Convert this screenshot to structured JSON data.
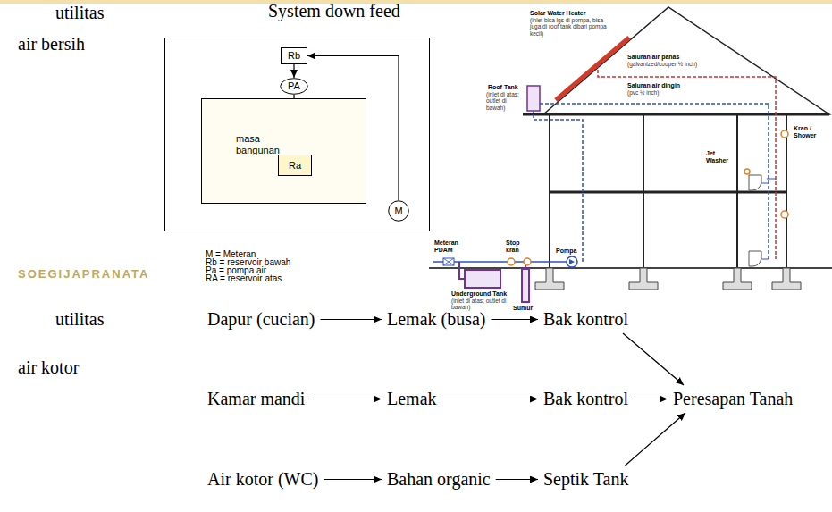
{
  "diagram": {
    "title": "System down feed",
    "nodes": [
      {
        "text": [
          "Rb"
        ]
      },
      {
        "text": [
          "PA"
        ]
      },
      {
        "text": [
          "masa bangunan"
        ]
      },
      {
        "text": [
          "Ra"
        ],
        "in": 2
      },
      {
        "text": [
          "M"
        ]
      },
      {
        "text": [
          "Dapur (cucian)"
        ]
      },
      {
        "text": [
          "Lemak (busa)"
        ]
      },
      {
        "text": [
          "Bak kontrol"
        ]
      },
      {
        "text": [
          "Kamar mandi"
        ]
      },
      {
        "text": [
          "Lemak"
        ]
      },
      {
        "text": [
          "Bak kontrol"
        ]
      },
      {
        "text": [
          "Peresapan Tanah"
        ]
      },
      {
        "text": [
          "Air kotor (WC)"
        ]
      },
      {
        "text": [
          "Bahan organic"
        ]
      },
      {
        "text": [
          "Septik Tank"
        ]
      }
    ],
    "edges": [
      {
        "from": 4,
        "to": 0,
        "arrow": "to"
      },
      {
        "from": 0,
        "to": 1,
        "arrow": "to"
      },
      {
        "from": 1,
        "to": 3,
        "arrow": "to"
      },
      {
        "from": 5,
        "to": 6,
        "arrow": "to"
      },
      {
        "from": 6,
        "to": 7,
        "arrow": "to"
      },
      {
        "from": 7,
        "to": 11,
        "arrow": "to"
      },
      {
        "from": 8,
        "to": 9,
        "arrow": "to"
      },
      {
        "from": 9,
        "to": 10,
        "arrow": "to"
      },
      {
        "from": 10,
        "to": 11,
        "arrow": "to"
      },
      {
        "from": 12,
        "to": 13,
        "arrow": "to"
      },
      {
        "from": 13,
        "to": 14,
        "arrow": "to"
      },
      {
        "from": 14,
        "to": 11,
        "arrow": "to"
      }
    ],
    "labels": [
      "utilitas",
      "air bersih",
      "M = Meteran",
      "Rb = reservoir bawah",
      "Pa = pompa air",
      "RA = reservoir atas",
      "Solar Water Heater",
      "(inlet bisa lgs di pompa, bisa juga di roof tank dibari pompa kecil)",
      "Roof Tank",
      "(inlet di atas; outlet di bawah)",
      "Saluran air panas",
      "(galvanized/cooper ½ inch)",
      "Saluran air dingin",
      "(pvc ½ inch)",
      "Kran / Shower",
      "Jet Washer",
      "Meteran PDAM",
      "Stop kran",
      "Pompa",
      "Underground Tank",
      "(inlet di atas; outlet di bawah)",
      "Sumur",
      "utilitas",
      "air kotor",
      "SOEGIJAPRANATA"
    ]
  }
}
